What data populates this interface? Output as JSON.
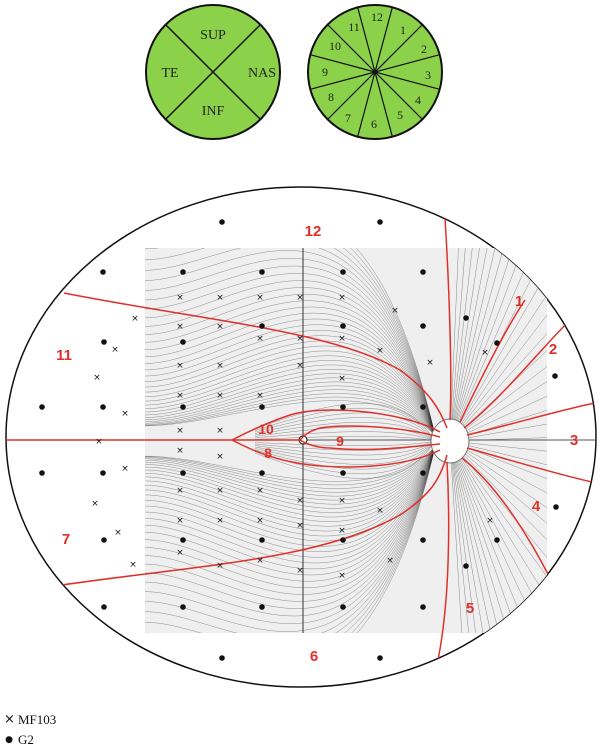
{
  "quadrant_chart": {
    "fill": "#8cd14a",
    "labels": [
      "SUP",
      "NAS",
      "INF",
      "TE"
    ]
  },
  "sector_chart": {
    "fill": "#8cd14a",
    "labels": [
      "12",
      "1",
      "2",
      "3",
      "4",
      "5",
      "6",
      "7",
      "8",
      "9",
      "10",
      "11"
    ]
  },
  "field_map": {
    "boundary_color": "#e0302a",
    "fiber_color": "#222222",
    "region_labels": [
      "1",
      "2",
      "3",
      "4",
      "5",
      "6",
      "7",
      "8",
      "9",
      "10",
      "11",
      "12"
    ]
  },
  "legend": {
    "items": [
      {
        "icon": "cross-marker-icon",
        "symbol": "×",
        "label": "MF103"
      },
      {
        "icon": "dot-marker-icon",
        "symbol": "●",
        "label": "G2"
      }
    ]
  }
}
